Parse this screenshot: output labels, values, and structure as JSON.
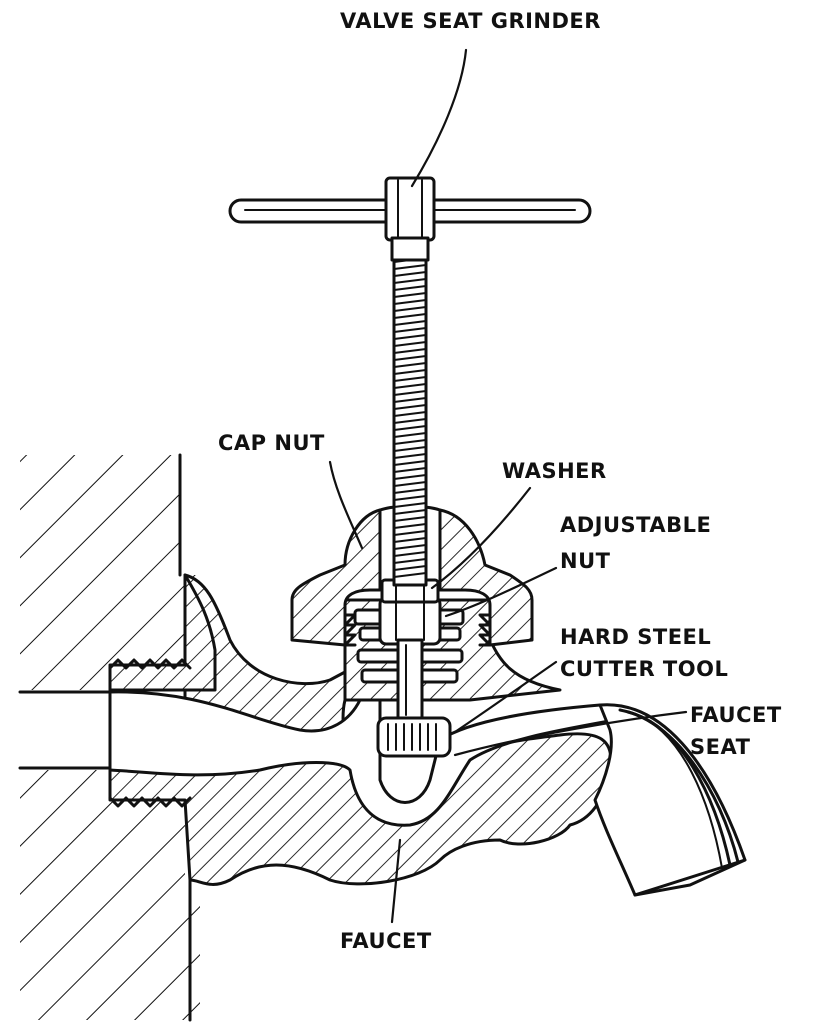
{
  "diagram": {
    "labels": {
      "valve_seat_grinder": "VALVE  SEAT  GRINDER",
      "cap_nut": "CAP NUT",
      "washer": "WASHER",
      "adjustable_line1": "ADJUSTABLE",
      "adjustable_line2": "NUT",
      "hard_steel_line1": "HARD  STEEL",
      "hard_steel_line2": "CUTTER  TOOL",
      "faucet_seat_line1": "FAUCET",
      "faucet_seat_line2": "SEAT",
      "faucet": "FAUCET"
    },
    "colors": {
      "ink": "#111111",
      "paper": "#ffffff"
    }
  }
}
